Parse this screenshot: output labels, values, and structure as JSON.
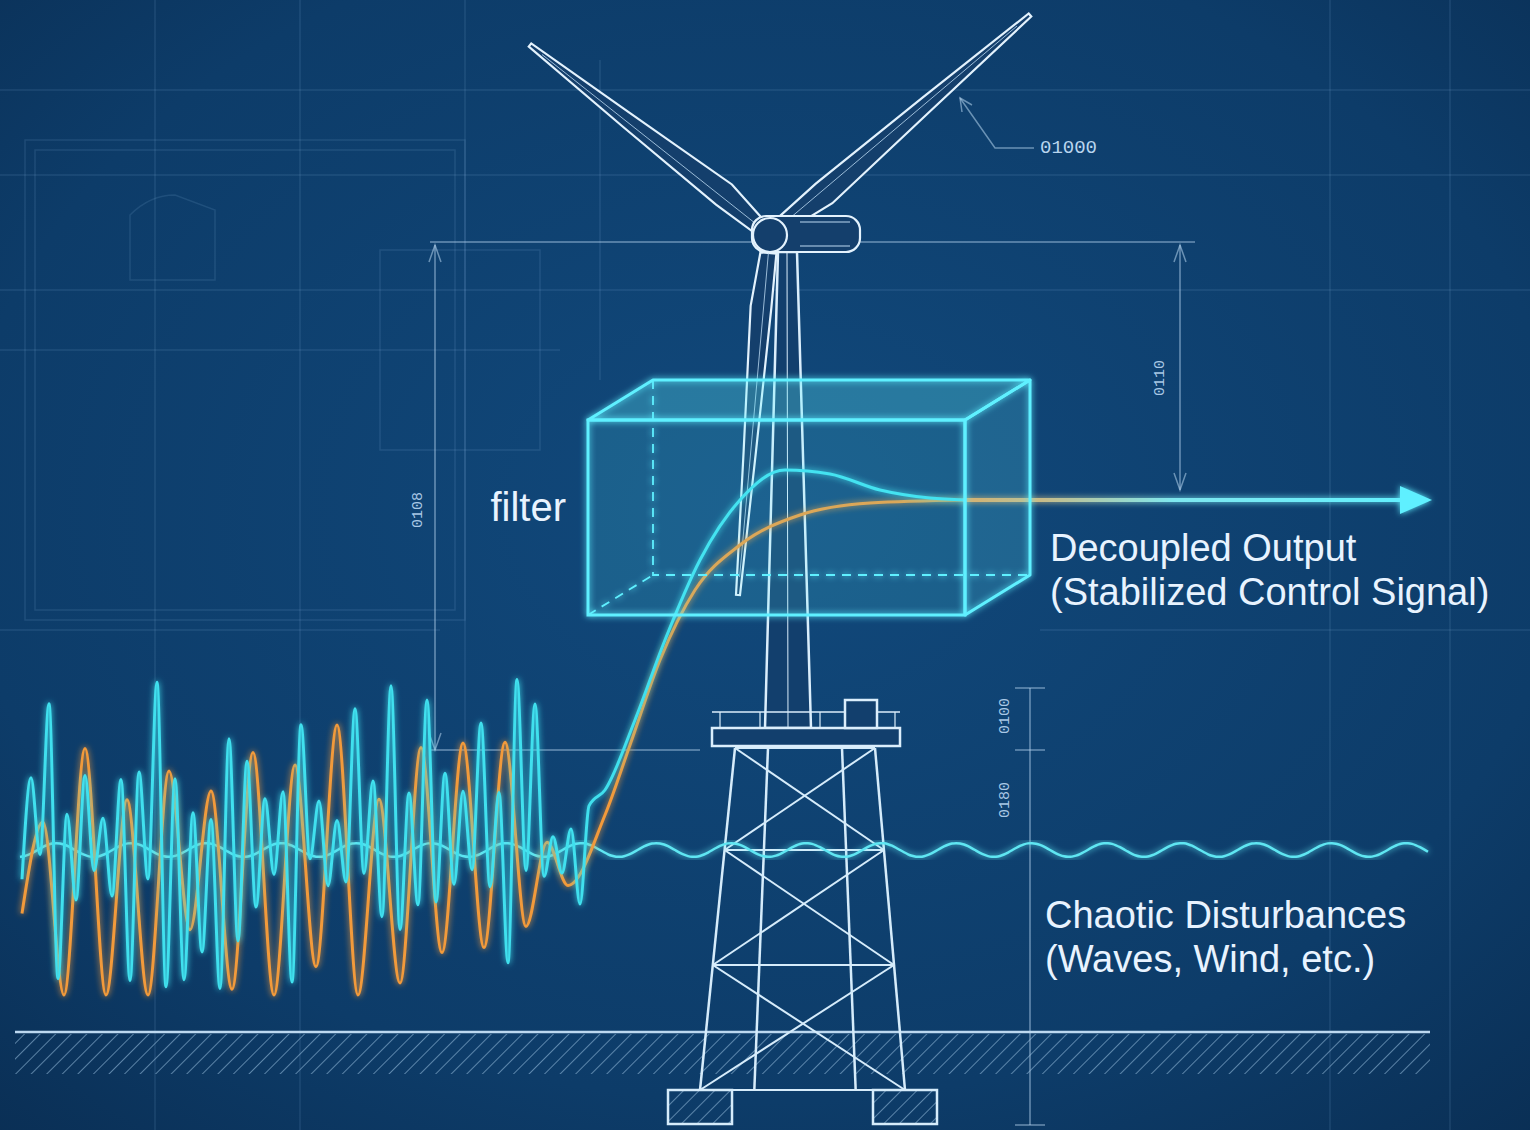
{
  "diagram": {
    "nodes": [
      {
        "text": [
          "filter"
        ]
      }
    ],
    "labels": [
      "Decoupled Output (Stabilized Control Signal)",
      "Chaotic Disturbances (Waves, Wind, etc.)",
      "01000",
      "0108",
      "0110",
      "0100",
      "0180"
    ]
  }
}
